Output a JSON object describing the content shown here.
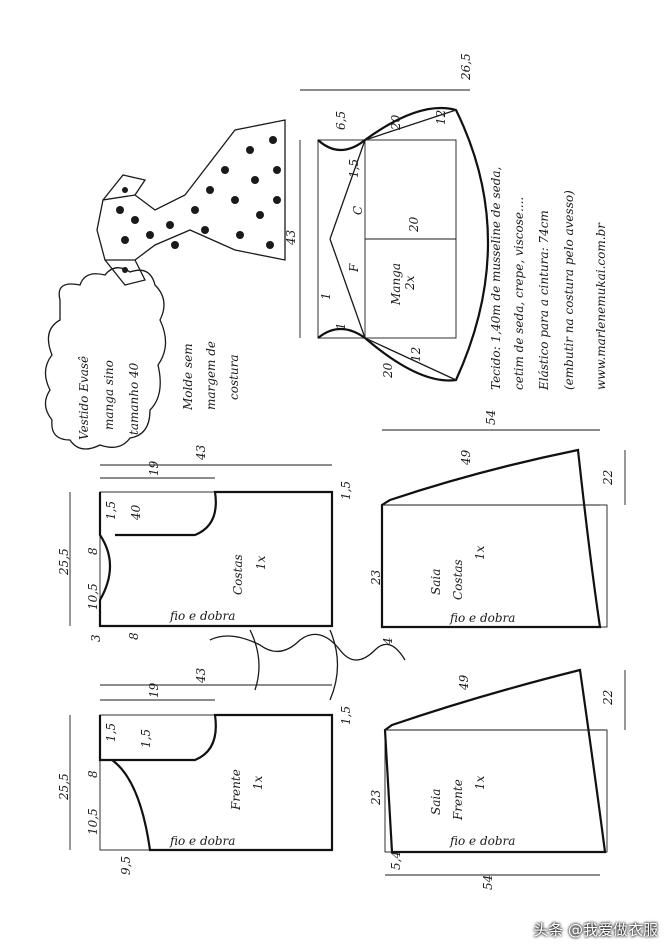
{
  "title_cloud": [
    "Vestido Evasê",
    "manga sino",
    "tamanho 40"
  ],
  "note_molde": [
    "Molde sem",
    "margem de",
    "costura"
  ],
  "materials": [
    "Tecido: 1,40m de musseline de seda,",
    "cetim de seda, crepe, viscose....",
    "Elástico para a cintura: 74cm",
    "(embutir na costura pelo avesso)",
    "www.marlenemukai.com.br"
  ],
  "sleeve": {
    "label": "Manga",
    "qty": "2x",
    "c": "C",
    "f": "F",
    "dims": {
      "total": "43",
      "top": "26,5",
      "cap": "6,5",
      "d12a": "12",
      "d15": "1,5",
      "width": "20",
      "d1": "1",
      "d1b": "1",
      "d12b": "12",
      "d20b": "20",
      "d20c": "20"
    }
  },
  "back_bodice": {
    "label": "Costas",
    "qty": "1x",
    "fold": "fio e dobra",
    "dims": {
      "len": "43",
      "top": "19",
      "armhole": "40",
      "shoulder": "1,5",
      "side": "1,5",
      "width": "25,5",
      "neck": "8",
      "neckdepth": "10,5",
      "d3": "3",
      "d8": "8"
    }
  },
  "front_bodice": {
    "label": "Frente",
    "qty": "1x",
    "fold": "fio e dobra",
    "dims": {
      "len": "43",
      "top": "19",
      "shoulder": "1,5",
      "armhole": "1,5",
      "side": "1,5",
      "width": "25,5",
      "neck": "8",
      "neckdepth": "10,5",
      "d9": "9,5"
    }
  },
  "back_skirt": {
    "label": "Saia",
    "label2": "Costas",
    "qty": "1x",
    "fold": "fio e dobra",
    "dims": {
      "len": "54",
      "waist": "49",
      "hem": "22",
      "width": "23",
      "d4": "4"
    }
  },
  "front_skirt": {
    "label": "Saia",
    "label2": "Frente",
    "qty": "1x",
    "fold": "fio e dobra",
    "dims": {
      "len": "54",
      "waist": "49",
      "hem": "22",
      "width": "23",
      "d54": "5,4"
    }
  },
  "watermark": "头条 @我爱做衣服"
}
